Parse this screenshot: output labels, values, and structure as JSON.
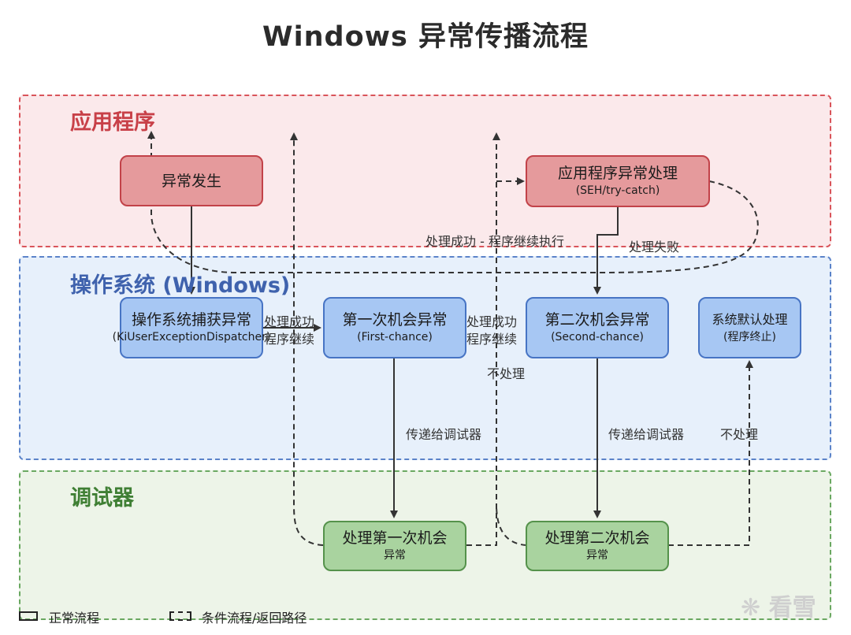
{
  "title": "Windows 异常传播流程",
  "lanes": {
    "app": "应用程序",
    "os": "操作系统 (Windows)",
    "debugger": "调试器"
  },
  "nodes": {
    "exception_occurs": {
      "main": "异常发生"
    },
    "app_handler": {
      "main": "应用程序异常处理",
      "sub": "(SEH/try-catch)"
    },
    "os_catch": {
      "main": "操作系统捕获异常",
      "sub": "(KiUserExceptionDispatcher)"
    },
    "first_chance": {
      "main": "第一次机会异常",
      "sub": "(First-chance)"
    },
    "second_chance": {
      "main": "第二次机会异常",
      "sub": "(Second-chance)"
    },
    "default_handler": {
      "main": "系统默认处理",
      "sub": "(程序终止)"
    },
    "dbg_first": {
      "main": "处理第一次机会",
      "sub": "异常"
    },
    "dbg_second": {
      "main": "处理第二次机会",
      "sub": "异常"
    }
  },
  "edge_labels": {
    "handled_continue_1": "处理成功\n程序继续",
    "handled_continue_2": "处理成功\n程序继续",
    "handled_resume": "处理成功 - 程序继续执行",
    "handle_failed": "处理失败",
    "not_handled_1": "不处理",
    "pass_to_debugger_1": "传递给调试器",
    "pass_to_debugger_2": "传递给调试器",
    "not_handled_2": "不处理"
  },
  "legend": {
    "solid": "正常流程",
    "dashed": "条件流程/返回路径"
  },
  "watermark": "看雪",
  "colors": {
    "app_lane_bg": "#fbe9eb",
    "os_lane_bg": "#e7f0fb",
    "debugger_lane_bg": "#edf4e8",
    "app_node": "#e59a9c",
    "os_node": "#a7c7f3",
    "debugger_node": "#a9d39f"
  }
}
